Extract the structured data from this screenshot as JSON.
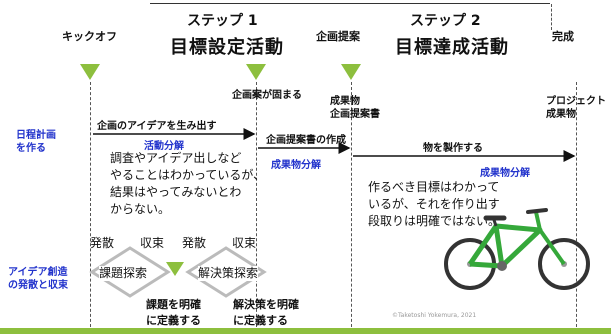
{
  "top": {
    "kickoff": "キックオフ",
    "step1_label": "ステップ 1",
    "step1_title": "目標設定活動",
    "plan_proposal": "企画提案",
    "step2_label": "ステップ 2",
    "step2_title": "目標達成活動",
    "complete": "完成"
  },
  "milestones": {
    "plan_fixed": "企画案が固まる",
    "deliverable_line1": "成果物",
    "deliverable_line2": "企画提案書",
    "project_line1": "プロジェクト",
    "project_line2": "成果物"
  },
  "side_labels": {
    "schedule_line1": "日程計画",
    "schedule_line2": "を作る",
    "idea_line1": "アイデア創造",
    "idea_line2": "の発散と収束"
  },
  "phases": {
    "phase1_arrow": "企画のアイデアを生み出す",
    "phase1_method": "活動分解",
    "phase1_desc_1": "調査やアイデア出しなど",
    "phase1_desc_2": "やることはわかっているが、",
    "phase1_desc_3": "結果はやってみないとわ",
    "phase1_desc_4": "からない。",
    "phase2_arrow": "企画提案書の作成",
    "phase2_method": "成果物分解",
    "phase3_arrow": "物を製作する",
    "phase3_method": "成果物分解",
    "phase3_desc_1": "作るべき目標はわかって",
    "phase3_desc_2": "いるが、それを作り出す",
    "phase3_desc_3": "段取りは明確ではない。"
  },
  "diverge": {
    "diverge1": "発散",
    "converge1": "収束",
    "diverge2": "発散",
    "converge2": "収束",
    "box1": "課題探索",
    "box2": "解決策探索",
    "define1_line1": "課題を明確",
    "define1_line2": "に定義する",
    "define2_line1": "解決策を明確",
    "define2_line2": "に定義する"
  },
  "copyright": "©Taketoshi Yokemura, 2021",
  "colors": {
    "accent_green": "#8dbf3e",
    "label_blue": "#2233cc",
    "bicycle_frame": "#35a83a"
  }
}
